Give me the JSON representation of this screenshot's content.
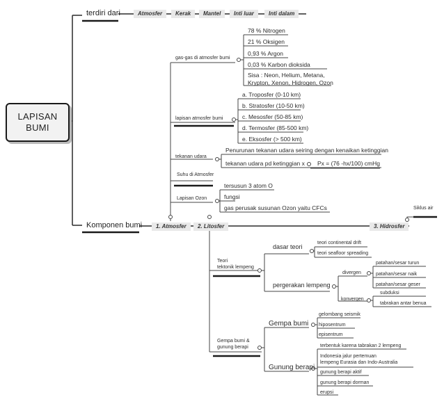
{
  "root": "LAPISAN\nBUMI",
  "top_branch": {
    "label": "terdiri dari",
    "items": [
      "Atmosfer",
      "Kerak",
      "Mantel",
      "Inti luar",
      "Inti dalam"
    ]
  },
  "bottom_branch": {
    "label": "Komponen bumi",
    "items": [
      "1. Atmosfer",
      "2. Litosfer",
      "3. Hidrosfer"
    ],
    "hidrosfer_child": "Siklus air"
  },
  "atmosfer": {
    "gas": {
      "label": "gas-gas di atmosfer bumi",
      "items": [
        "78 % Nitrogen",
        "21 % Oksigen",
        "0,93 % Argon",
        "0,03 % Karbon dioksida",
        "Sisa : Neon, Helium, Metana,\nKrypton, Xenon, Hidrogen, Ozon"
      ]
    },
    "lapisan": {
      "label": "lapisan atmosfer bumi",
      "items": [
        "a. Troposfer (0-10 km)",
        "b. Stratosfer (10-50 km)",
        "c. Mesosfer (50-85 km)",
        "d. Termosfer (85-500 km)",
        "e. Eksosfer (> 500 km)"
      ]
    },
    "tekanan": {
      "label": "tekanan udara",
      "items": [
        "Penurunan tekanan udara seiring dengan kenaikan ketinggian",
        "tekanan udara pd ketinggian x"
      ],
      "formula": "Px = (76 -hx/100) cmHg"
    },
    "suhu": {
      "label": "Suhu di Atmosfer"
    },
    "ozon": {
      "label": "Lapisan Ozon",
      "items": [
        "tersusun 3 atom O",
        "fungsi",
        "gas perusak susunan Ozon yaitu CFCs"
      ]
    }
  },
  "litosfer": {
    "tektonik": {
      "label": "Teori\ntektonik lempeng",
      "dasar": {
        "label": "dasar teori",
        "items": [
          "teori continental drift",
          "teori seafloor spreading"
        ]
      },
      "pergerakan": {
        "label": "pergerakan lempeng",
        "divergen": {
          "label": "divergen",
          "items": [
            "patahan/sesar turun",
            "patahan/sesar naik",
            "patahan/sesar geser"
          ]
        },
        "konvergen": {
          "label": "konvergen",
          "items": [
            "subduksi",
            "tabrakan antar benua"
          ]
        }
      }
    },
    "gempa_gunung": {
      "label": "Gempa bumi &\ngunung berapi",
      "gempa": {
        "label": "Gempa bumi",
        "items": [
          "gelombang seismik",
          "hiposentrum",
          "episentrum"
        ]
      },
      "gunung": {
        "label": "Gunung berapi",
        "items": [
          "terbentuk karena tabrakan 2 lempeng",
          "Indonesia jalur pertemuan\nlempeng Eurasia dan Indo-Australia",
          "gunung berapi aktif",
          "gunung berapi dorman",
          "erupsi"
        ]
      }
    }
  }
}
